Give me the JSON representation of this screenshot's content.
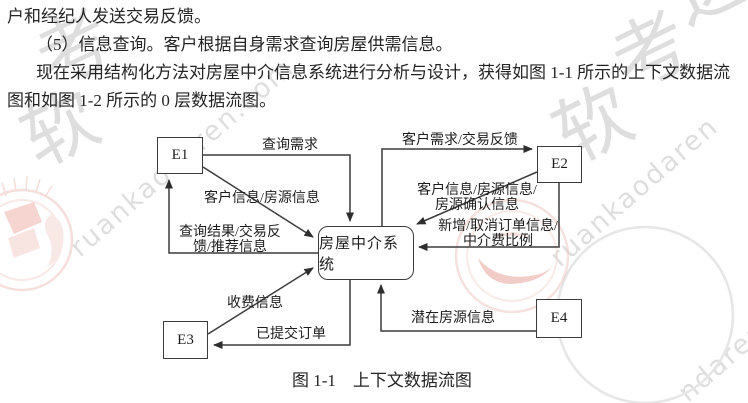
{
  "page": {
    "lines": [
      "户和经纪人发送交易反馈。",
      "（5）信息查询。客户根据自身需求查询房屋供需信息。",
      "现在采用结构化方法对房屋中介信息系统进行分析与设计，获得如图 1-1 所示的上下文数据流",
      "图和如图 1-2 所示的 0 层数据流图。"
    ],
    "caption": "图 1-1　上下文数据流图"
  },
  "diagram": {
    "process_label": "房屋中介系统",
    "entities": {
      "e1": "E1",
      "e2": "E2",
      "e3": "E3",
      "e4": "E4"
    },
    "flows": {
      "query_demand": {
        "label": "查询需求",
        "from": "E1",
        "to": "process"
      },
      "customer_house_info": {
        "label": "客户信息/房源信息",
        "from": "E1",
        "to": "process"
      },
      "query_result": {
        "lines": [
          "查询结果/交易反",
          "馈/推荐信息"
        ],
        "from": "process",
        "to": "E1"
      },
      "customer_demand_feedback": {
        "label": "客户需求/交易反馈",
        "from": "process",
        "to": "E2"
      },
      "customer_house_confirm": {
        "lines": [
          "客户信息/房源信息/",
          "房源确认信息"
        ],
        "from": "E2",
        "to": "process"
      },
      "order_fee": {
        "lines": [
          "新增/取消订单信息/",
          "中介费比例"
        ],
        "from": "E2",
        "to": "process"
      },
      "charge_info": {
        "label": "收费信息",
        "from": "E3",
        "to": "process"
      },
      "submitted_order": {
        "label": "已提交订单",
        "from": "process",
        "to": "E3"
      },
      "potential_house_info": {
        "label": "潜在房源信息",
        "from": "E4",
        "to": "process"
      }
    }
  },
  "watermark": {
    "glyphs_left": [
      "软",
      "考"
    ],
    "glyphs_right": [
      "软",
      "考",
      "达"
    ],
    "site_text": "ruankaodaren.com",
    "site_text_short": "ruankaodaren",
    "site_text_corner": "ndaren",
    "gray": "#d8d8d8",
    "stamp_pink": "#eec3bd"
  },
  "colors": {
    "line": "#3c3c3c",
    "text": "#1f1f1f",
    "background": "#ffffff"
  }
}
